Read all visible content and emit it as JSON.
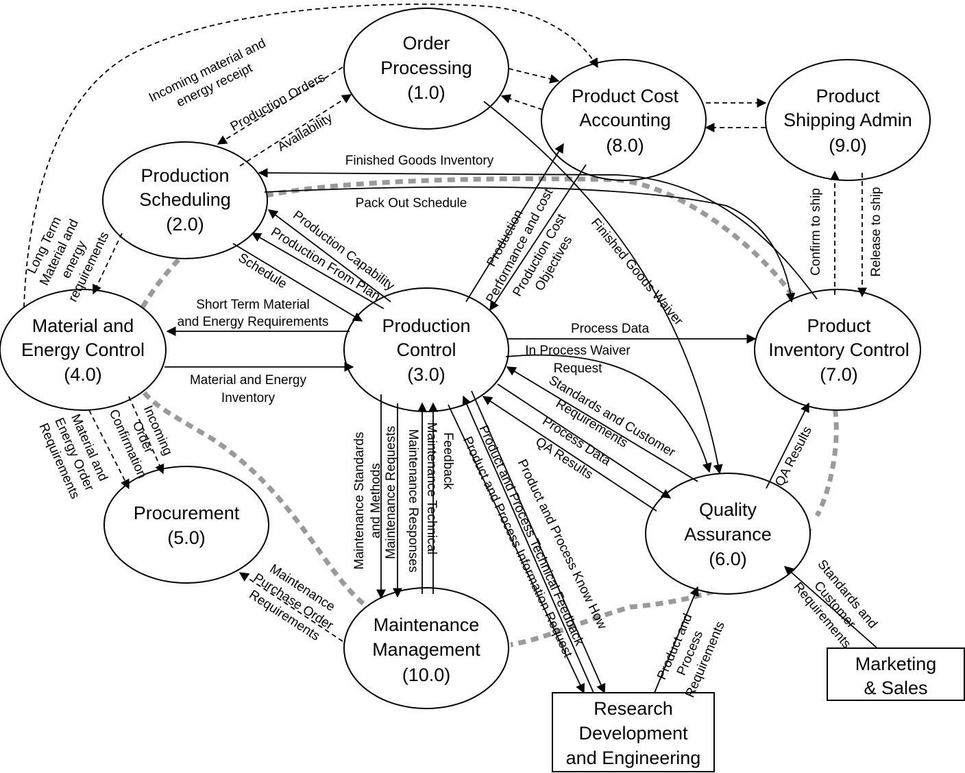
{
  "nodes": {
    "order_processing": [
      "Order",
      "Processing",
      "(1.0)"
    ],
    "production_scheduling": [
      "Production",
      "Scheduling",
      "(2.0)"
    ],
    "production_control": [
      "Production",
      "Control",
      "(3.0)"
    ],
    "material_energy_control": [
      "Material and",
      "Energy Control",
      "(4.0)"
    ],
    "procurement": [
      "Procurement",
      "(5.0)"
    ],
    "quality_assurance": [
      "Quality",
      "Assurance",
      "(6.0)"
    ],
    "product_inventory_control": [
      "Product",
      "Inventory Control",
      "(7.0)"
    ],
    "product_cost_accounting": [
      "Product Cost",
      "Accounting",
      "(8.0)"
    ],
    "product_shipping_admin": [
      "Product",
      "Shipping Admin",
      "(9.0)"
    ],
    "maintenance_management": [
      "Maintenance",
      "Management",
      "(10.0)"
    ],
    "marketing_sales": [
      "Marketing",
      "& Sales"
    ],
    "rd_engineering": [
      "Research",
      "Development",
      "and Engineering"
    ]
  },
  "flows": {
    "incoming_material": [
      "Incoming material and",
      "energy receipt"
    ],
    "production_orders": "Production Orders",
    "availability": "Availability",
    "finished_goods_inventory": "Finished Goods Inventory",
    "pack_out_schedule": "Pack Out Schedule",
    "long_term": [
      "Long Term",
      "Material and",
      "energy",
      "requirements"
    ],
    "production_capability": "Production Capability",
    "production_from_plan": "Production From Plan",
    "schedule": "Schedule",
    "short_term": [
      "Short Term Material",
      "and Energy Requirements"
    ],
    "material_energy_inventory": [
      "Material and Energy",
      "Inventory"
    ],
    "production_performance_cost": [
      "Production",
      "Performance and cost"
    ],
    "production_cost_objectives": [
      "Production Cost",
      "Objectives"
    ],
    "finished_goods_waiver": "Finished Goods Waiver",
    "confirm_to_ship": "Confirm to ship",
    "release_to_ship": "Release to ship",
    "process_data_top": "Process Data",
    "in_process_waiver": [
      "In Process Waiver",
      "Request"
    ],
    "standards_customer_req": [
      "Standards and Customer",
      "Requirements"
    ],
    "process_data_qa": "Process Data",
    "qa_results_pc": "QA Results",
    "qa_results_pic": "QA Results",
    "incoming_order_confirmation": [
      "Incoming",
      "Order",
      "Confirmation"
    ],
    "material_energy_order_req": [
      "Material and",
      "Energy Order",
      "Requirements"
    ],
    "maint_standards_methods": [
      "Maintenance Standards",
      "and  Methods"
    ],
    "maint_requests": "Maintenance Requests",
    "maint_responses": "Maintenance Responses",
    "maint_tech_feedback": [
      "Maintenance Technical",
      "Feedback"
    ],
    "pp_info_request": "Product and Process Information Request",
    "pp_tech_feedback": "Product and Process Technical Feedback",
    "pp_know_how": "Product and Process Know How",
    "maint_purchase_order": [
      "Maintenance",
      "Purchase Order",
      "Requirements"
    ],
    "product_process_req": [
      "Product and",
      "Process",
      "Requirements"
    ],
    "marketing_standards": [
      "Standards and",
      "Customer",
      "Requirements"
    ]
  }
}
